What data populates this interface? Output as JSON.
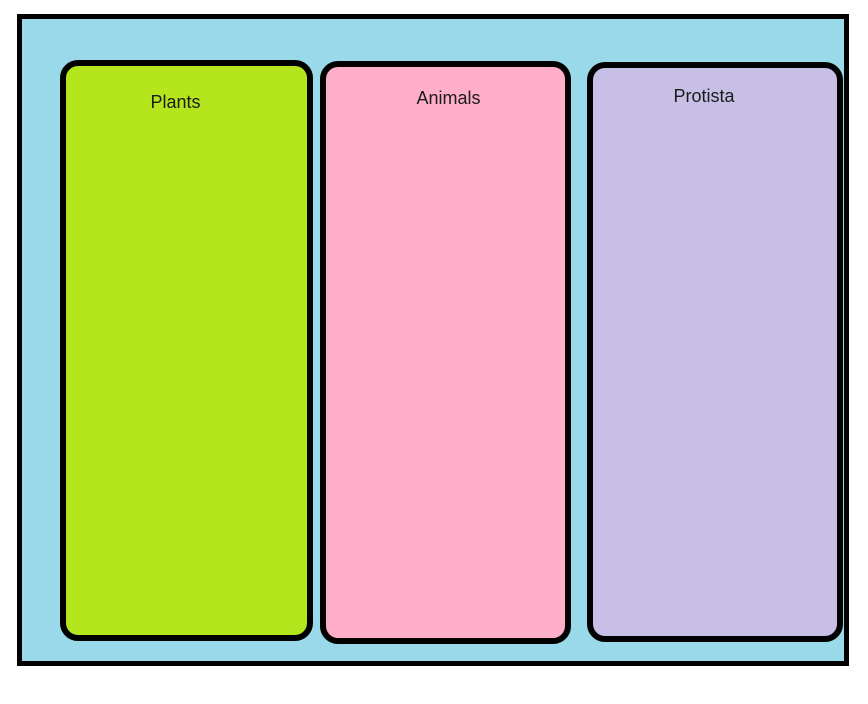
{
  "page": {
    "background_color": "#FFFFFF"
  },
  "board": {
    "fill_color": "#99D9EA",
    "outline_color": "#000000"
  },
  "columns": [
    {
      "id": "plants",
      "label": "Plants",
      "fill_color": "#B5E61D",
      "outline_color": "#000000"
    },
    {
      "id": "animals",
      "label": "Animals",
      "fill_color": "#FFAEC9",
      "outline_color": "#000000"
    },
    {
      "id": "protista",
      "label": "Protista",
      "fill_color": "#C8BFE7",
      "outline_color": "#000000"
    }
  ]
}
